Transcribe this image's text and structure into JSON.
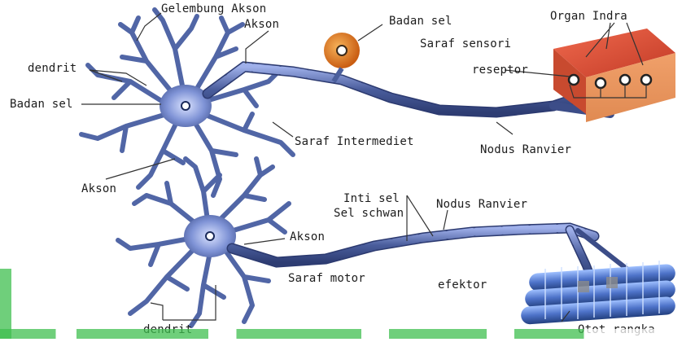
{
  "labels": {
    "gelembung_akson": "Gelembung Akson",
    "akson_top": "Akson",
    "badan_sel_top": "Badan sel",
    "organ_indra": "Organ Indra",
    "dendrit_top": "dendrit",
    "saraf_sensori": "Saraf sensori",
    "reseptor": "reseptor",
    "badan_sel_left": "Badan sel",
    "saraf_intermediet": "Saraf Intermediet",
    "nodus_ranvier_top": "Nodus Ranvier",
    "akson_left": "Akson",
    "inti_sel": "Inti sel",
    "sel_schwan": "Sel schwan",
    "nodus_ranvier_mid": "Nodus Ranvier",
    "akson_mid": "Akson",
    "saraf_motor": "Saraf motor",
    "efektor": "efektor",
    "dendrit_bottom": "dendrit",
    "otot_rangka": "Otot rangka"
  },
  "colors": {
    "neuron_fill": "#5a6fb0",
    "neuron_light": "#a9b6e6",
    "axon": "#4b5f9c",
    "cell_orange": "#e0771f",
    "organ_red": "#d9452e",
    "muscle_blue": "#5b7fd6"
  }
}
